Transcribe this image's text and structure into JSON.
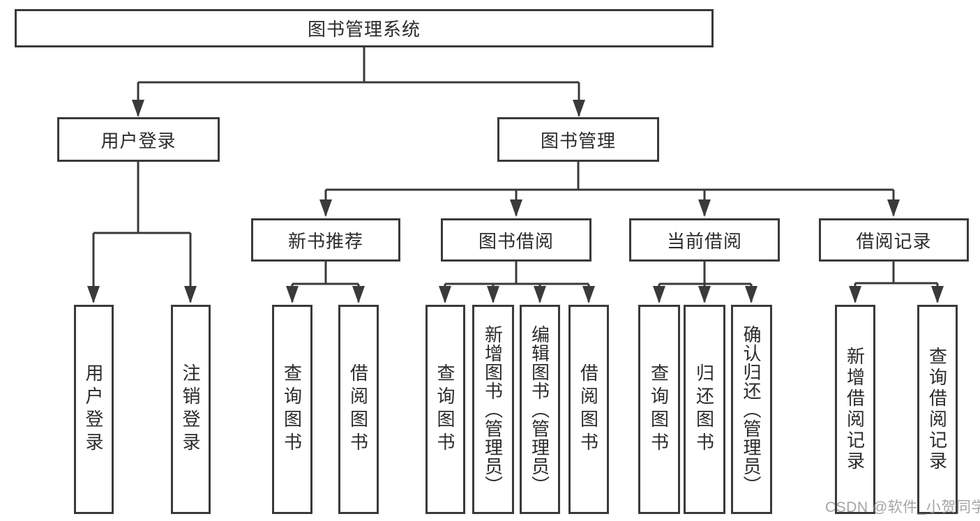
{
  "diagram_title": "图书管理系统",
  "nodes": {
    "root": {
      "label": "图书管理系统"
    },
    "userLogin": {
      "label": "用户登录"
    },
    "bookManagement": {
      "label": "图书管理"
    },
    "newBookRecommend": {
      "label": "新书推荐"
    },
    "bookBorrow": {
      "label": "图书借阅"
    },
    "currentBorrow": {
      "label": "当前借阅"
    },
    "borrowRecords": {
      "label": "借阅记录"
    },
    "userLoginLeaf": {
      "label": "用户登录"
    },
    "logoutLeaf": {
      "label": "注销登录"
    },
    "queryBooksB": {
      "label": "查询图书"
    },
    "borrowBooksB": {
      "label": "借阅图书"
    },
    "queryBooksC": {
      "label": "查询图书"
    },
    "addBooksAdmin": {
      "label": "新增图书（管理员）"
    },
    "editBooksAdmin": {
      "label": "编辑图书（管理员）"
    },
    "borrowBooksC": {
      "label": "借阅图书"
    },
    "queryBooksD": {
      "label": "查询图书"
    },
    "returnBooksD": {
      "label": "归还图书"
    },
    "confirmReturnAdmin": {
      "label": "确认归还（管理员）"
    },
    "addBorrowRecord": {
      "label": "新增借阅记录"
    },
    "queryBorrowRecord": {
      "label": "查询借阅记录"
    }
  },
  "hierarchy": {
    "图书管理系统": {
      "用户登录": [
        "用户登录",
        "注销登录"
      ],
      "图书管理": {
        "新书推荐": [
          "查询图书",
          "借阅图书"
        ],
        "图书借阅": [
          "查询图书",
          "新增图书（管理员）",
          "编辑图书（管理员）",
          "借阅图书"
        ],
        "当前借阅": [
          "查询图书",
          "归还图书",
          "确认归还（管理员）"
        ],
        "借阅记录": [
          "新增借阅记录",
          "查询借阅记录"
        ]
      }
    }
  },
  "watermark": {
    "text": "CSDN @软件_小贺同学"
  },
  "colors": {
    "line": "#3a3a3a",
    "box_border": "#3a3a3a",
    "text": "#2b2b2e",
    "watermark": "#949496",
    "background": "#ffffff"
  }
}
